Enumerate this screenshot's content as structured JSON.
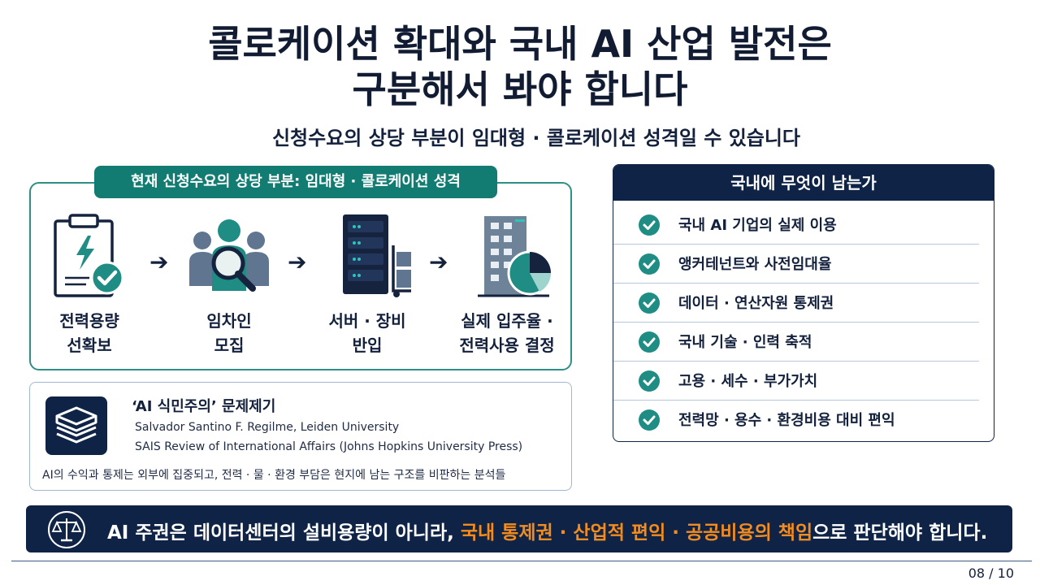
{
  "title_line1": "콜로케이션 확대와 국내 AI 산업 발전은",
  "title_line2": "구분해서 봐야 합니다",
  "subtitle": "신청수요의 상당 부분이 임대형 · 콜로케이션 성격일 수 있습니다",
  "process": {
    "pill": "현재 신청수요의 상당 부분: 임대형 · 콜로케이션 성격",
    "steps": [
      {
        "icon": "clipboard-lightning-icon",
        "line1": "전력용량",
        "line2": "선확보"
      },
      {
        "icon": "people-search-icon",
        "line1": "임차인",
        "line2": "모집"
      },
      {
        "icon": "server-rack-icon",
        "line1": "서버 · 장비",
        "line2": "반입"
      },
      {
        "icon": "building-pie-chart-icon",
        "line1": "실제 입주율 ·",
        "line2": "전력사용 결정"
      }
    ]
  },
  "citation": {
    "icon": "books-icon",
    "title": "‘AI 식민주의’ 문제제기",
    "author": "Salvador Santino F. Regilme, Leiden University",
    "journal": "SAIS Review of International Affairs (Johns Hopkins University Press)",
    "summary": "AI의 수익과 통제는 외부에 집중되고, 전력 · 물 · 환경 부담은 현지에 남는 구조를 비판하는 분석들"
  },
  "checklist": {
    "header": "국내에 무엇이 남는가",
    "items": [
      "국내 AI 기업의 실제 이용",
      "앵커테넌트와 사전임대율",
      "데이터 · 연산자원 통제권",
      "국내 기술 · 인력 축적",
      "고용 · 세수 · 부가가치",
      "전력망 · 용수 · 환경비용 대비 편익"
    ]
  },
  "banner": {
    "icon": "scale-icon",
    "text_before": "AI 주권은 데이터센터의 설비용량이 아니라, ",
    "text_highlight": "국내 통제권 · 산업적 편익 · 공공비용의 책임",
    "text_after": "으로 판단해야 합니다."
  },
  "page_number": "08 / 10",
  "colors": {
    "navy": "#0f2346",
    "teal": "#137c72",
    "highlight": "#f28c1e"
  }
}
